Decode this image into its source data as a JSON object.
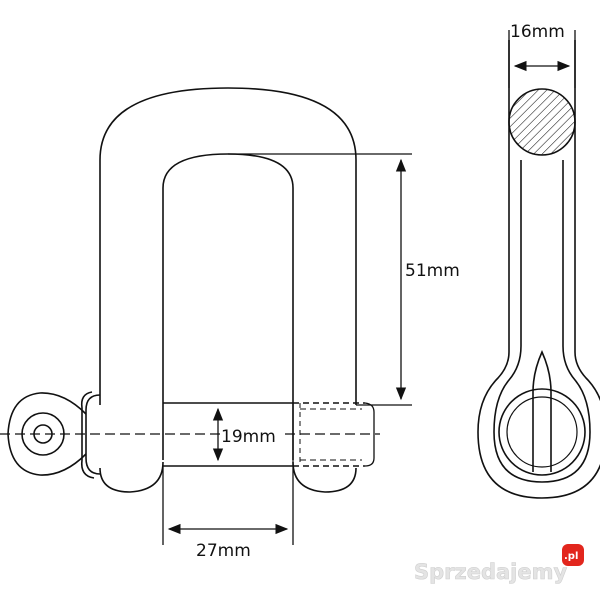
{
  "dimensions": {
    "rod_diameter": "16mm",
    "inner_height": "51mm",
    "pin_diameter": "19mm",
    "inner_width": "27mm"
  },
  "watermark": {
    "text": "Sprzedajemy",
    "badge": ".pl"
  },
  "colors": {
    "line": "#111111",
    "hatch_fill": "#ffffff",
    "watermark_badge": "#e2261d"
  }
}
